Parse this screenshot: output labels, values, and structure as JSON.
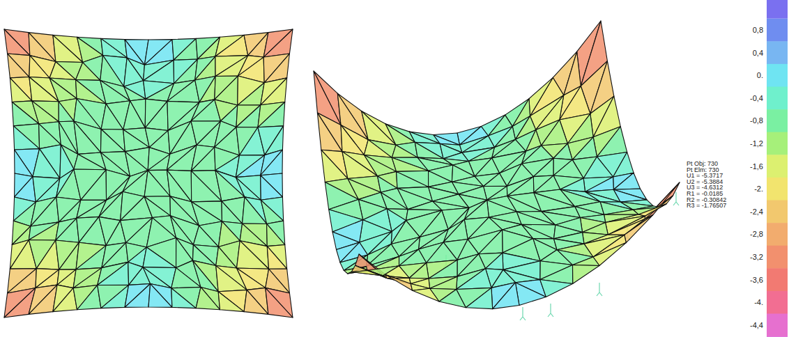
{
  "diagram": {
    "labels": [
      "Pt Obj: 730",
      "Pt Elm: 730",
      "U1 = -5.3717",
      "U2 = -5.3884",
      "U3 = -4.6312",
      "R1 = -0.0185",
      "R2 = -0.30842",
      "R3 = -1.76507"
    ],
    "legend": [
      {
        "text": "0,8",
        "color": "#6f8df0"
      },
      {
        "text": "0,4",
        "color": "#78b6f2"
      },
      {
        "text": "0.",
        "color": "#6fe4f2"
      },
      {
        "text": "-0,4",
        "color": "#6ff0cc"
      },
      {
        "text": "-0,8",
        "color": "#7af0a2"
      },
      {
        "text": "-1,2",
        "color": "#a6f07a"
      },
      {
        "text": "-1,6",
        "color": "#dcf070"
      },
      {
        "text": "-2.",
        "color": "#f2e46e"
      },
      {
        "text": "-2,4",
        "color": "#f2c86e"
      },
      {
        "text": "-2,8",
        "color": "#f2ac6e"
      },
      {
        "text": "-3,2",
        "color": "#f2906e"
      },
      {
        "text": "-3,6",
        "color": "#f27a72"
      },
      {
        "text": "-4.",
        "color": "#f26e92"
      },
      {
        "text": "-4,4",
        "color": "#e670cf"
      }
    ]
  }
}
